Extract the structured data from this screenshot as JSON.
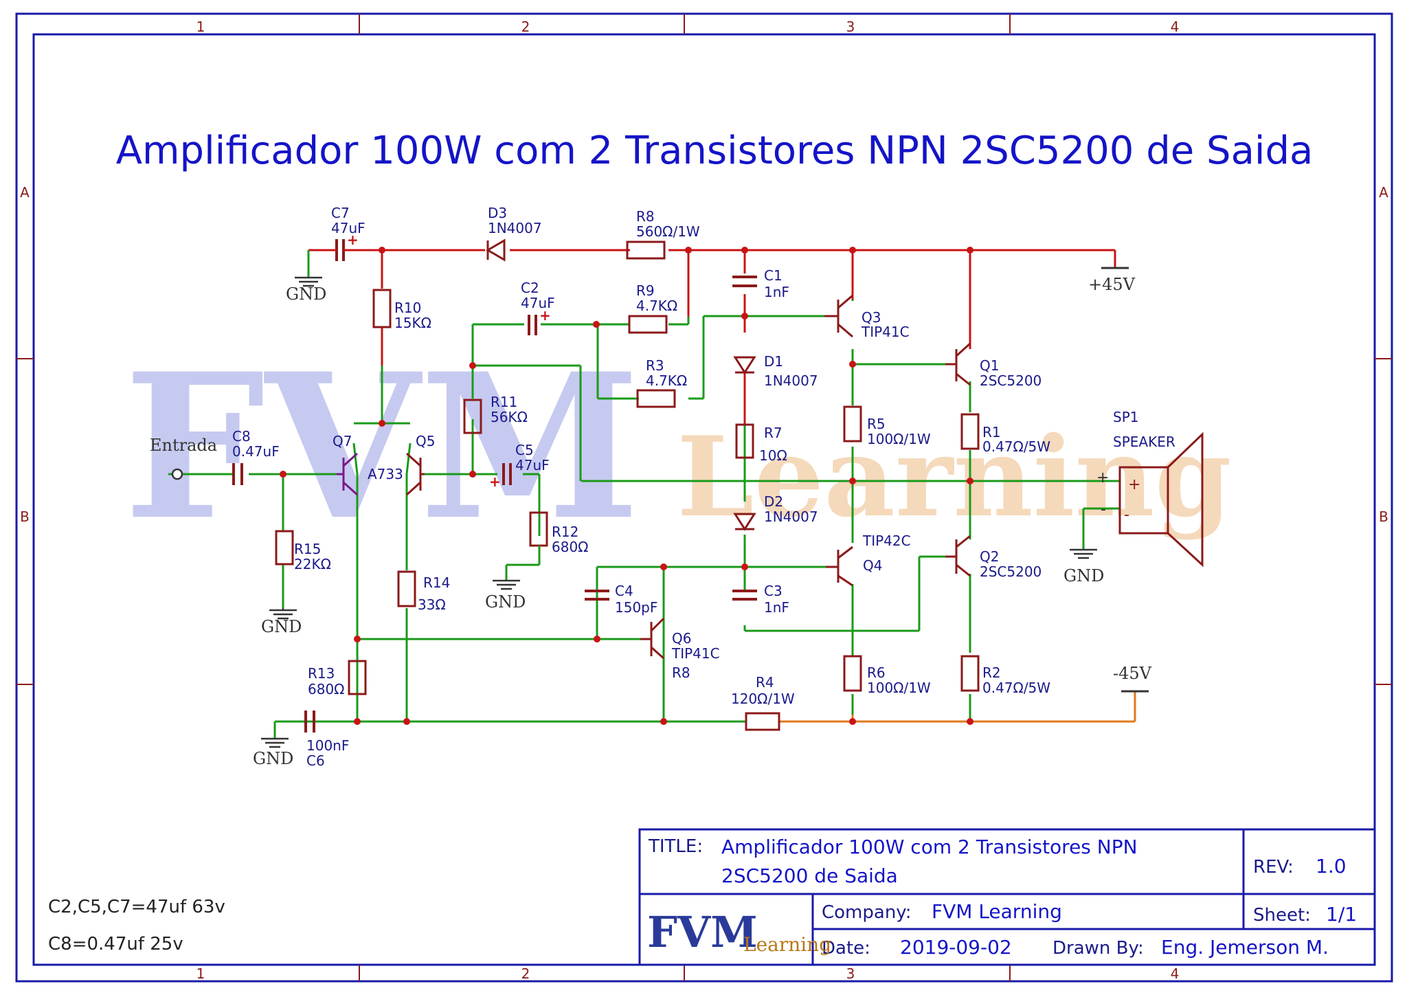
{
  "frame": {
    "col_labels": [
      "1",
      "2",
      "3",
      "4"
    ],
    "row_labels": [
      "A",
      "B"
    ]
  },
  "title": "Amplificador 100W com 2 Transistores NPN 2SC5200 de Saida",
  "watermark": {
    "main": "FVM",
    "sub": "Learning"
  },
  "components": {
    "C7": {
      "ref": "C7",
      "value": "47uF"
    },
    "D3": {
      "ref": "D3",
      "value": "1N4007"
    },
    "R8": {
      "ref": "R8",
      "value": "560Ω/1W"
    },
    "R10": {
      "ref": "R10",
      "value": "15KΩ"
    },
    "C2": {
      "ref": "C2",
      "value": "47uF"
    },
    "R9": {
      "ref": "R9",
      "value": "4.7KΩ"
    },
    "C1": {
      "ref": "C1",
      "value": "1nF"
    },
    "Q3": {
      "ref": "Q3",
      "value": "TIP41C"
    },
    "Q1": {
      "ref": "Q1",
      "value": "2SC5200"
    },
    "D1": {
      "ref": "D1",
      "value": "1N4007"
    },
    "R3": {
      "ref": "R3",
      "value": "4.7KΩ"
    },
    "R11": {
      "ref": "R11",
      "value": "56KΩ"
    },
    "R5": {
      "ref": "R5",
      "value": "100Ω/1W"
    },
    "R1": {
      "ref": "R1",
      "value": "0.47Ω/5W"
    },
    "R7": {
      "ref": "R7",
      "value": "10Ω"
    },
    "SP1": {
      "ref": "SP1",
      "value": "SPEAKER"
    },
    "C8": {
      "ref": "C8",
      "value": "0.47uF"
    },
    "Q7": {
      "ref": "Q7"
    },
    "Q5": {
      "ref": "Q5"
    },
    "pair": {
      "value": "A733"
    },
    "C5": {
      "ref": "C5",
      "value": "47uF"
    },
    "D2": {
      "ref": "D2",
      "value": "1N4007"
    },
    "Q4": {
      "ref": "Q4",
      "value": "TIP42C"
    },
    "Q2": {
      "ref": "Q2",
      "value": "2SC5200"
    },
    "R15": {
      "ref": "R15",
      "value": "22KΩ"
    },
    "R12": {
      "ref": "R12",
      "value": "680Ω"
    },
    "R14": {
      "ref": "R14",
      "value": "33Ω"
    },
    "C4": {
      "ref": "C4",
      "value": "150pF"
    },
    "C3": {
      "ref": "C3",
      "value": "1nF"
    },
    "Q6": {
      "ref": "Q6",
      "value": "TIP41C",
      "extra": "R8"
    },
    "R13": {
      "ref": "R13",
      "value": "680Ω"
    },
    "R6": {
      "ref": "R6",
      "value": "100Ω/1W"
    },
    "R2": {
      "ref": "R2",
      "value": "0.47Ω/5W"
    },
    "R4": {
      "ref": "R4",
      "value": "120Ω/1W"
    },
    "C6": {
      "ref": "C6",
      "value": "100nF"
    }
  },
  "nets": {
    "gnd": "GND",
    "vpos": "+45V",
    "vneg": "-45V",
    "input": "Entrada",
    "plus": "+",
    "minus": "-"
  },
  "notes": [
    "C2,C5,C7=47uf 63v",
    "C8=0.47uf 25v"
  ],
  "title_block": {
    "title_label": "TITLE:",
    "title_line1": "Amplificador 100W com 2 Transistores NPN",
    "title_line2": "2SC5200 de Saida",
    "rev_label": "REV:",
    "rev_value": "1.0",
    "logo_main": "FVM",
    "logo_sub": "Learning",
    "company_label": "Company:",
    "company_value": "FVM Learning",
    "sheet_label": "Sheet:",
    "sheet_value": "1/1",
    "date_label": "Date:",
    "date_value": "2019-09-02",
    "drawn_label": "Drawn By:",
    "drawn_value": "Eng. Jemerson M."
  },
  "colors": {
    "frame": "#1a1aa8",
    "title": "#1414c8",
    "wire_green": "#1a9a1a",
    "wire_red": "#c81414",
    "wire_orange": "#e07818",
    "component": "#8b1a1a",
    "label": "#1a1a8a",
    "net_label": "#333333",
    "wm_blue": "#c4c8f0",
    "wm_orange": "#f5d8b8"
  }
}
